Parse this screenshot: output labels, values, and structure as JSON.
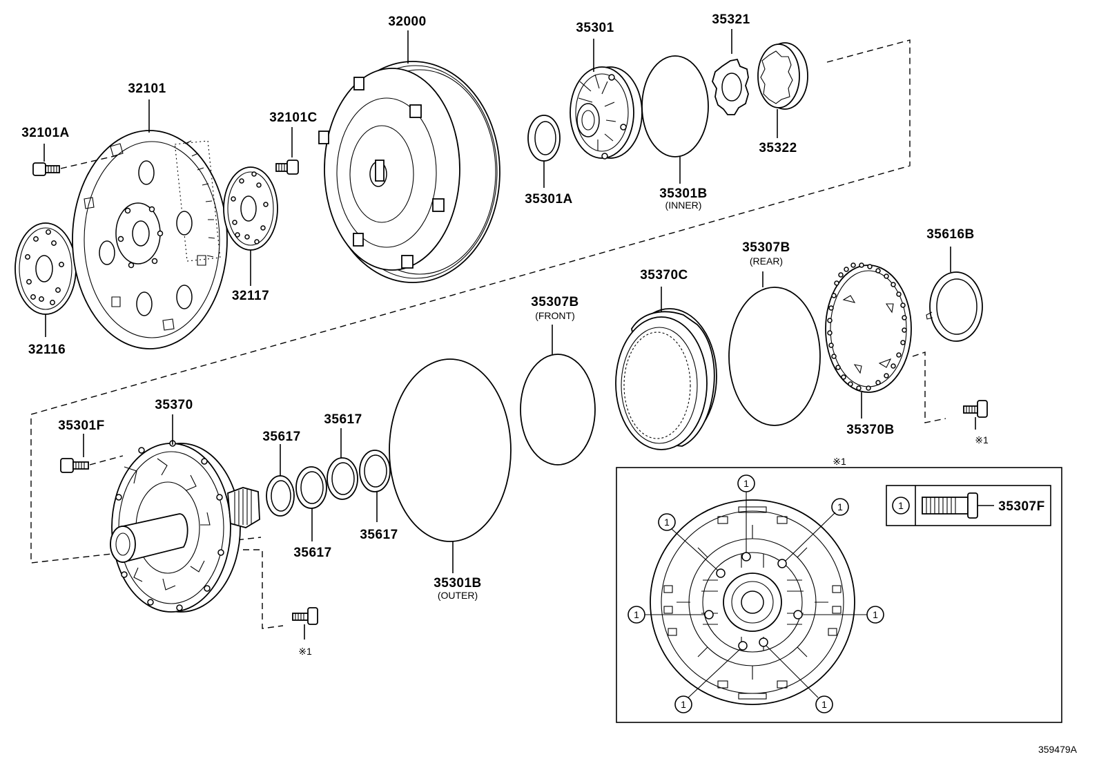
{
  "parts": {
    "p32000": "32000",
    "p32101": "32101",
    "p32101A": "32101A",
    "p32101C": "32101C",
    "p32116": "32116",
    "p32117": "32117",
    "p35301": "35301",
    "p35301A": "35301A",
    "p35301B_inner": "35301B",
    "p35301B_outer": "35301B",
    "p35301F": "35301F",
    "p35307B_front": "35307B",
    "p35307B_rear": "35307B",
    "p35307F": "35307F",
    "p35321": "35321",
    "p35322": "35322",
    "p35370": "35370",
    "p35370B": "35370B",
    "p35370C": "35370C",
    "p35616B": "35616B",
    "p35617_a": "35617",
    "p35617_b": "35617",
    "p35617_c": "35617",
    "p35617_d": "35617"
  },
  "notes": {
    "inner": "(INNER)",
    "outer": "(OUTER)",
    "front": "(FRONT)",
    "rear": "(REAR)",
    "ref_mark_1": "※1",
    "ref_mark_2": "※1",
    "ref_mark_inset": "※1"
  },
  "inset": {
    "callout": "1",
    "legend_part": "35307F"
  },
  "figure_id": "359479A"
}
